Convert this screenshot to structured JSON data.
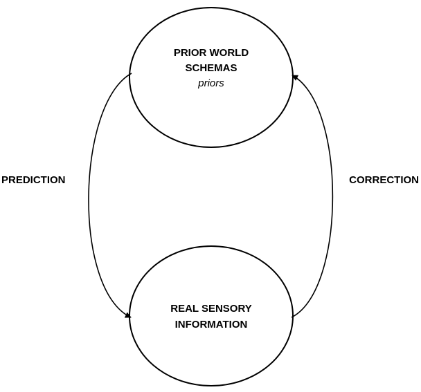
{
  "diagram": {
    "top_node": {
      "title_line1": "PRIOR WORLD",
      "title_line2": "SCHEMAS",
      "subtitle": "priors"
    },
    "bottom_node": {
      "title_line1": "REAL SENSORY",
      "title_line2": "INFORMATION"
    },
    "left_label": "PREDICTION",
    "right_label": "CORRECTION"
  },
  "colors": {
    "stroke": "#000000",
    "background": "#ffffff"
  }
}
